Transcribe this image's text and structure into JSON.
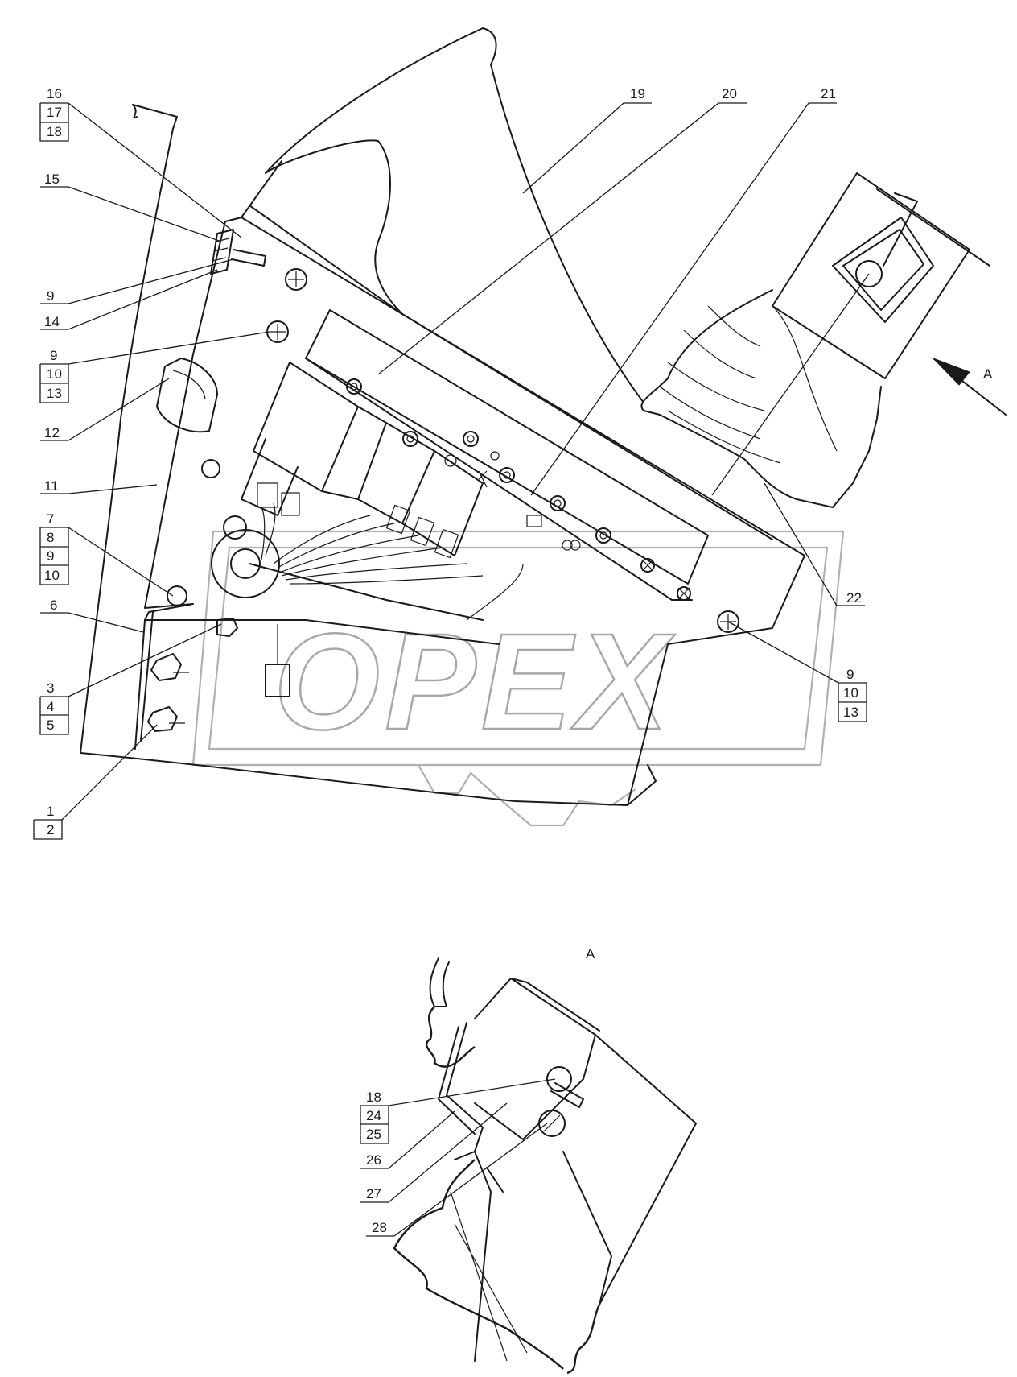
{
  "drawing": {
    "view_label": "A",
    "watermark": "OPEX",
    "callouts": [
      {
        "id": "c16",
        "lines": [
          "16",
          "17",
          "18"
        ]
      },
      {
        "id": "c15",
        "lines": [
          "15"
        ]
      },
      {
        "id": "c9a",
        "lines": [
          "9"
        ]
      },
      {
        "id": "c14",
        "lines": [
          "14"
        ]
      },
      {
        "id": "c9b",
        "lines": [
          "9",
          "10",
          "13"
        ]
      },
      {
        "id": "c12",
        "lines": [
          "12"
        ]
      },
      {
        "id": "c11",
        "lines": [
          "11"
        ]
      },
      {
        "id": "c7",
        "lines": [
          "7",
          "8",
          "9",
          "10"
        ]
      },
      {
        "id": "c6",
        "lines": [
          "6"
        ]
      },
      {
        "id": "c3",
        "lines": [
          "3",
          "4",
          "5"
        ]
      },
      {
        "id": "c1",
        "lines": [
          "1",
          "2"
        ]
      },
      {
        "id": "c19",
        "lines": [
          "19"
        ]
      },
      {
        "id": "c20",
        "lines": [
          "20"
        ]
      },
      {
        "id": "c21",
        "lines": [
          "21"
        ]
      },
      {
        "id": "c22",
        "lines": [
          "22"
        ]
      },
      {
        "id": "c9c",
        "lines": [
          "9",
          "10",
          "13"
        ]
      },
      {
        "id": "c18",
        "lines": [
          "18",
          "24",
          "25"
        ]
      },
      {
        "id": "c26",
        "lines": [
          "26"
        ]
      },
      {
        "id": "c27",
        "lines": [
          "27"
        ]
      },
      {
        "id": "c28",
        "lines": [
          "28"
        ]
      }
    ]
  }
}
